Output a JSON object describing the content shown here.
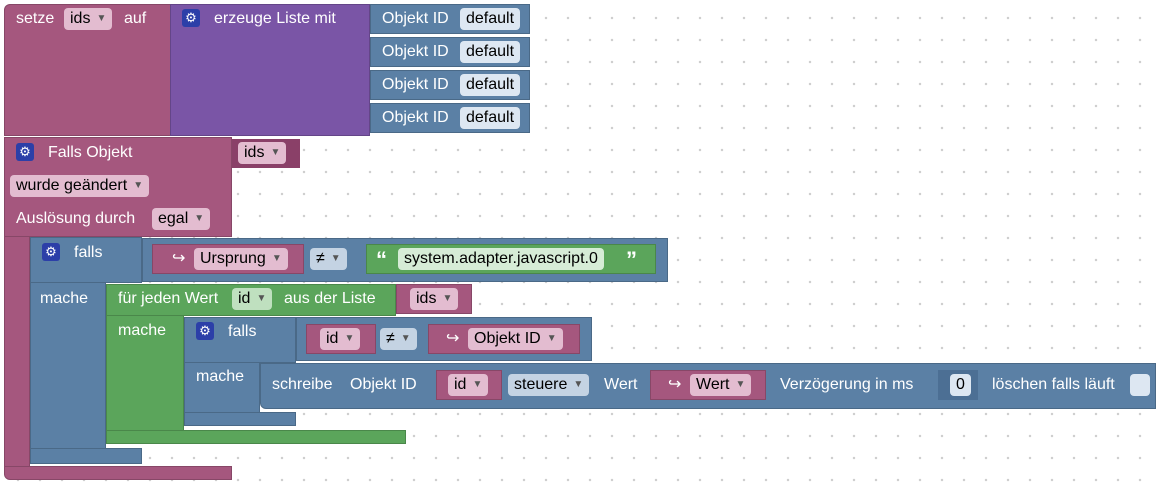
{
  "set_block": {
    "label": "setze",
    "var": "ids",
    "to": "auf"
  },
  "create_list": {
    "label": "erzeuge Liste mit",
    "items": [
      {
        "label": "Objekt ID",
        "value": "default"
      },
      {
        "label": "Objekt ID",
        "value": "default"
      },
      {
        "label": "Objekt ID",
        "value": "default"
      },
      {
        "label": "Objekt ID",
        "value": "default"
      }
    ]
  },
  "trigger": {
    "label": "Falls Objekt",
    "var": "ids",
    "event": "wurde geändert",
    "by_label": "Auslösung durch",
    "by_value": "egal"
  },
  "if_outer": {
    "label": "falls",
    "do": "mache",
    "left": "Ursprung",
    "op": "≠",
    "right": "system.adapter.javascript.0"
  },
  "foreach": {
    "label": "für jeden Wert",
    "var": "id",
    "list_label": "aus der Liste",
    "list": "ids",
    "do": "mache"
  },
  "if_inner": {
    "label": "falls",
    "do": "mache",
    "left": "id",
    "op": "≠",
    "right": "Objekt ID"
  },
  "write": {
    "label": "schreibe",
    "oid_label": "Objekt ID",
    "oid": "id",
    "mode": "steuere",
    "value_label": "Wert",
    "value": "Wert",
    "delay_label": "Verzögerung in ms",
    "delay": "0",
    "clear_label": "löschen falls läuft"
  },
  "colors": {
    "text_block": "#a5577e",
    "list_block": "#7a55a6",
    "logic_block": "#5b80a5",
    "loop_block": "#5ba55b"
  },
  "icons": {
    "arrow": "↪",
    "settings": "gear-icon"
  }
}
